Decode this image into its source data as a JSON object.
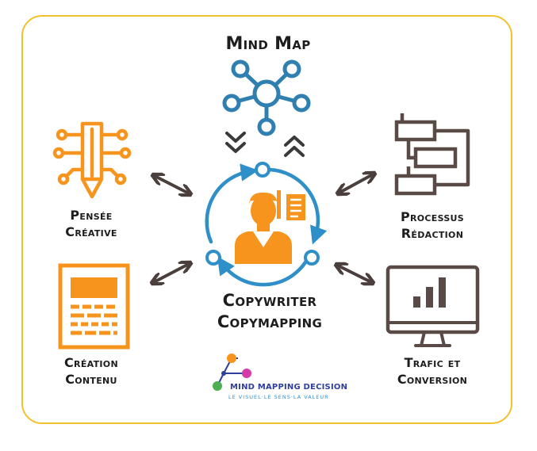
{
  "diagram": {
    "title": "Mind Map",
    "center_label": [
      "Copywriter",
      "Copymapping"
    ],
    "nodes": [
      {
        "id": "pensee",
        "label": [
          "Pensée",
          "Créative"
        ],
        "icon": "pencil-idea-icon"
      },
      {
        "id": "processus",
        "label": [
          "Processus",
          "Rédaction"
        ],
        "icon": "process-flow-icon"
      },
      {
        "id": "creation",
        "label": [
          "Création",
          "Contenu"
        ],
        "icon": "document-content-icon"
      },
      {
        "id": "trafic",
        "label": [
          "Trafic et",
          "Conversion"
        ],
        "icon": "monitor-chart-icon"
      }
    ],
    "center_icon": "copywriter-person-icon",
    "top_icon": "mind-map-network-icon"
  },
  "brand": {
    "name": "MIND MAPPING DECISION",
    "tagline": "LE VISUEL·LE SENS·LA VALEUR",
    "icon": "mind-mapping-decision-logo"
  },
  "colors": {
    "border": "#f2c12e",
    "orange": "#f7941d",
    "blue": "#2f8fc8",
    "brown": "#5a4a45",
    "text": "#1d1d1d",
    "brand_blue": "#2f3f9a"
  }
}
